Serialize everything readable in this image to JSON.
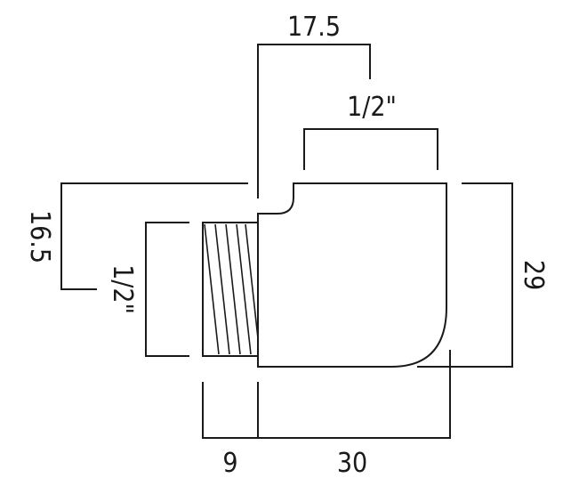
{
  "dimensions": {
    "top_offset": "17.5",
    "top_thread": "1/2\"",
    "left_height": "16.5",
    "left_thread": "1/2\"",
    "right_height": "29",
    "bottom_thread_len": "9",
    "bottom_body_len": "30"
  },
  "colors": {
    "line": "#1a1a1a",
    "background": "#ffffff"
  }
}
